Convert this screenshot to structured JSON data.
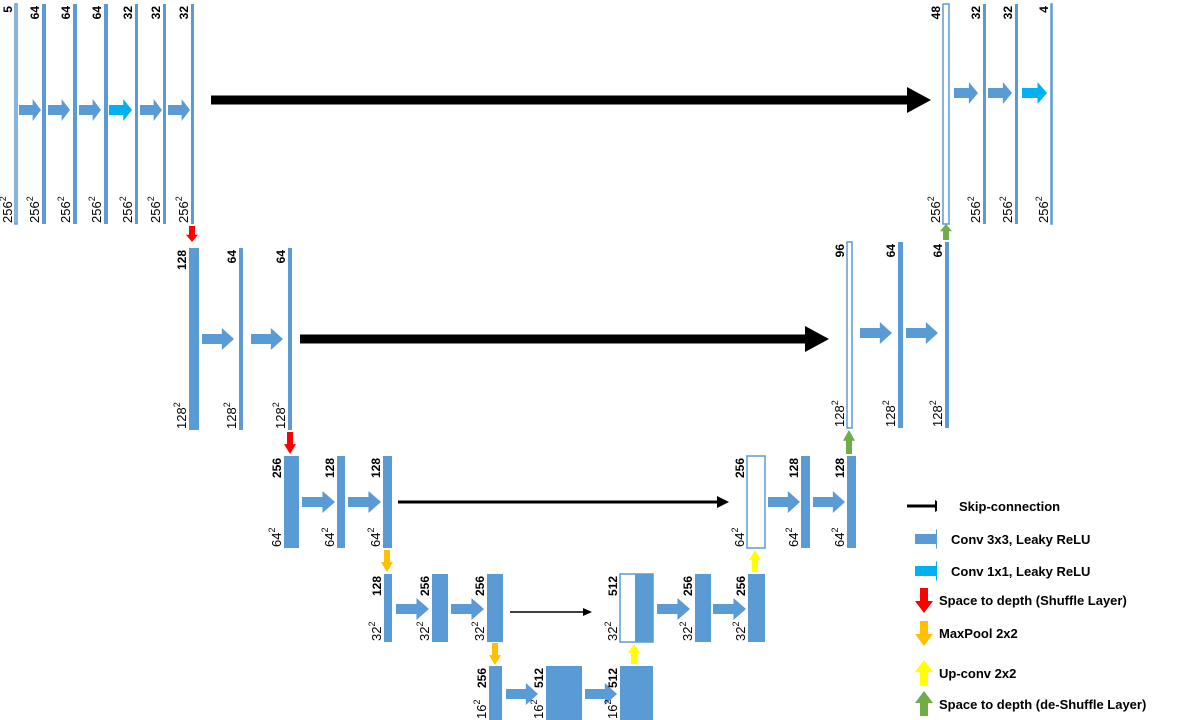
{
  "colors": {
    "block": "#5b9bd5",
    "conv3x3": "#5b9bd5",
    "conv1x1": "#00b0f0",
    "space_to_depth": "#ff0000",
    "maxpool": "#ffc000",
    "upconv": "#ffff00",
    "de_shuffle": "#70ad47",
    "skip": "#000000"
  },
  "diagram": {
    "encoder": {
      "level1": {
        "blocks": [
          {
            "channels": "5",
            "size_base": "256",
            "size_exp": "2"
          },
          {
            "channels": "64",
            "size_base": "256",
            "size_exp": "2"
          },
          {
            "channels": "64",
            "size_base": "256",
            "size_exp": "2"
          },
          {
            "channels": "64",
            "size_base": "256",
            "size_exp": "2"
          },
          {
            "channels": "32",
            "size_base": "256",
            "size_exp": "2"
          },
          {
            "channels": "32",
            "size_base": "256",
            "size_exp": "2"
          },
          {
            "channels": "32",
            "size_base": "256",
            "size_exp": "2"
          }
        ]
      },
      "level2": {
        "blocks": [
          {
            "channels": "128",
            "size_base": "128",
            "size_exp": "2"
          },
          {
            "channels": "64",
            "size_base": "128",
            "size_exp": "2"
          },
          {
            "channels": "64",
            "size_base": "128",
            "size_exp": "2"
          }
        ]
      },
      "level3": {
        "blocks": [
          {
            "channels": "256",
            "size_base": "64",
            "size_exp": "2"
          },
          {
            "channels": "128",
            "size_base": "64",
            "size_exp": "2"
          },
          {
            "channels": "128",
            "size_base": "64",
            "size_exp": "2"
          }
        ]
      },
      "level4": {
        "blocks": [
          {
            "channels": "128",
            "size_base": "32",
            "size_exp": "2"
          },
          {
            "channels": "256",
            "size_base": "32",
            "size_exp": "2"
          },
          {
            "channels": "256",
            "size_base": "32",
            "size_exp": "2"
          }
        ]
      }
    },
    "bottleneck": {
      "blocks": [
        {
          "channels": "256",
          "size_base": "16",
          "size_exp": "2"
        },
        {
          "channels": "512",
          "size_base": "16",
          "size_exp": "2"
        },
        {
          "channels": "512",
          "size_base": "16",
          "size_exp": "2"
        }
      ]
    },
    "decoder": {
      "level4": {
        "blocks": [
          {
            "channels": "512",
            "size_base": "32",
            "size_exp": "2"
          },
          {
            "channels": "256",
            "size_base": "32",
            "size_exp": "2"
          },
          {
            "channels": "256",
            "size_base": "32",
            "size_exp": "2"
          }
        ]
      },
      "level3": {
        "blocks": [
          {
            "channels": "256",
            "size_base": "64",
            "size_exp": "2"
          },
          {
            "channels": "128",
            "size_base": "64",
            "size_exp": "2"
          },
          {
            "channels": "128",
            "size_base": "64",
            "size_exp": "2"
          }
        ]
      },
      "level2": {
        "blocks": [
          {
            "channels": "96",
            "size_base": "128",
            "size_exp": "2"
          },
          {
            "channels": "64",
            "size_base": "128",
            "size_exp": "2"
          },
          {
            "channels": "64",
            "size_base": "128",
            "size_exp": "2"
          }
        ]
      },
      "level1": {
        "blocks": [
          {
            "channels": "48",
            "size_base": "256",
            "size_exp": "2"
          },
          {
            "channels": "32",
            "size_base": "256",
            "size_exp": "2"
          },
          {
            "channels": "32",
            "size_base": "256",
            "size_exp": "2"
          },
          {
            "channels": "4",
            "size_base": "256",
            "size_exp": "2"
          }
        ]
      }
    }
  },
  "legend": {
    "skip": "Skip-connection",
    "conv3x3": "Conv 3x3, Leaky ReLU",
    "conv1x1": "Conv 1x1, Leaky ReLU",
    "space_to_depth": "Space to depth (Shuffle Layer)",
    "maxpool": "MaxPool 2x2",
    "upconv": "Up-conv 2x2",
    "de_shuffle": "Space to depth (de-Shuffle Layer)"
  }
}
